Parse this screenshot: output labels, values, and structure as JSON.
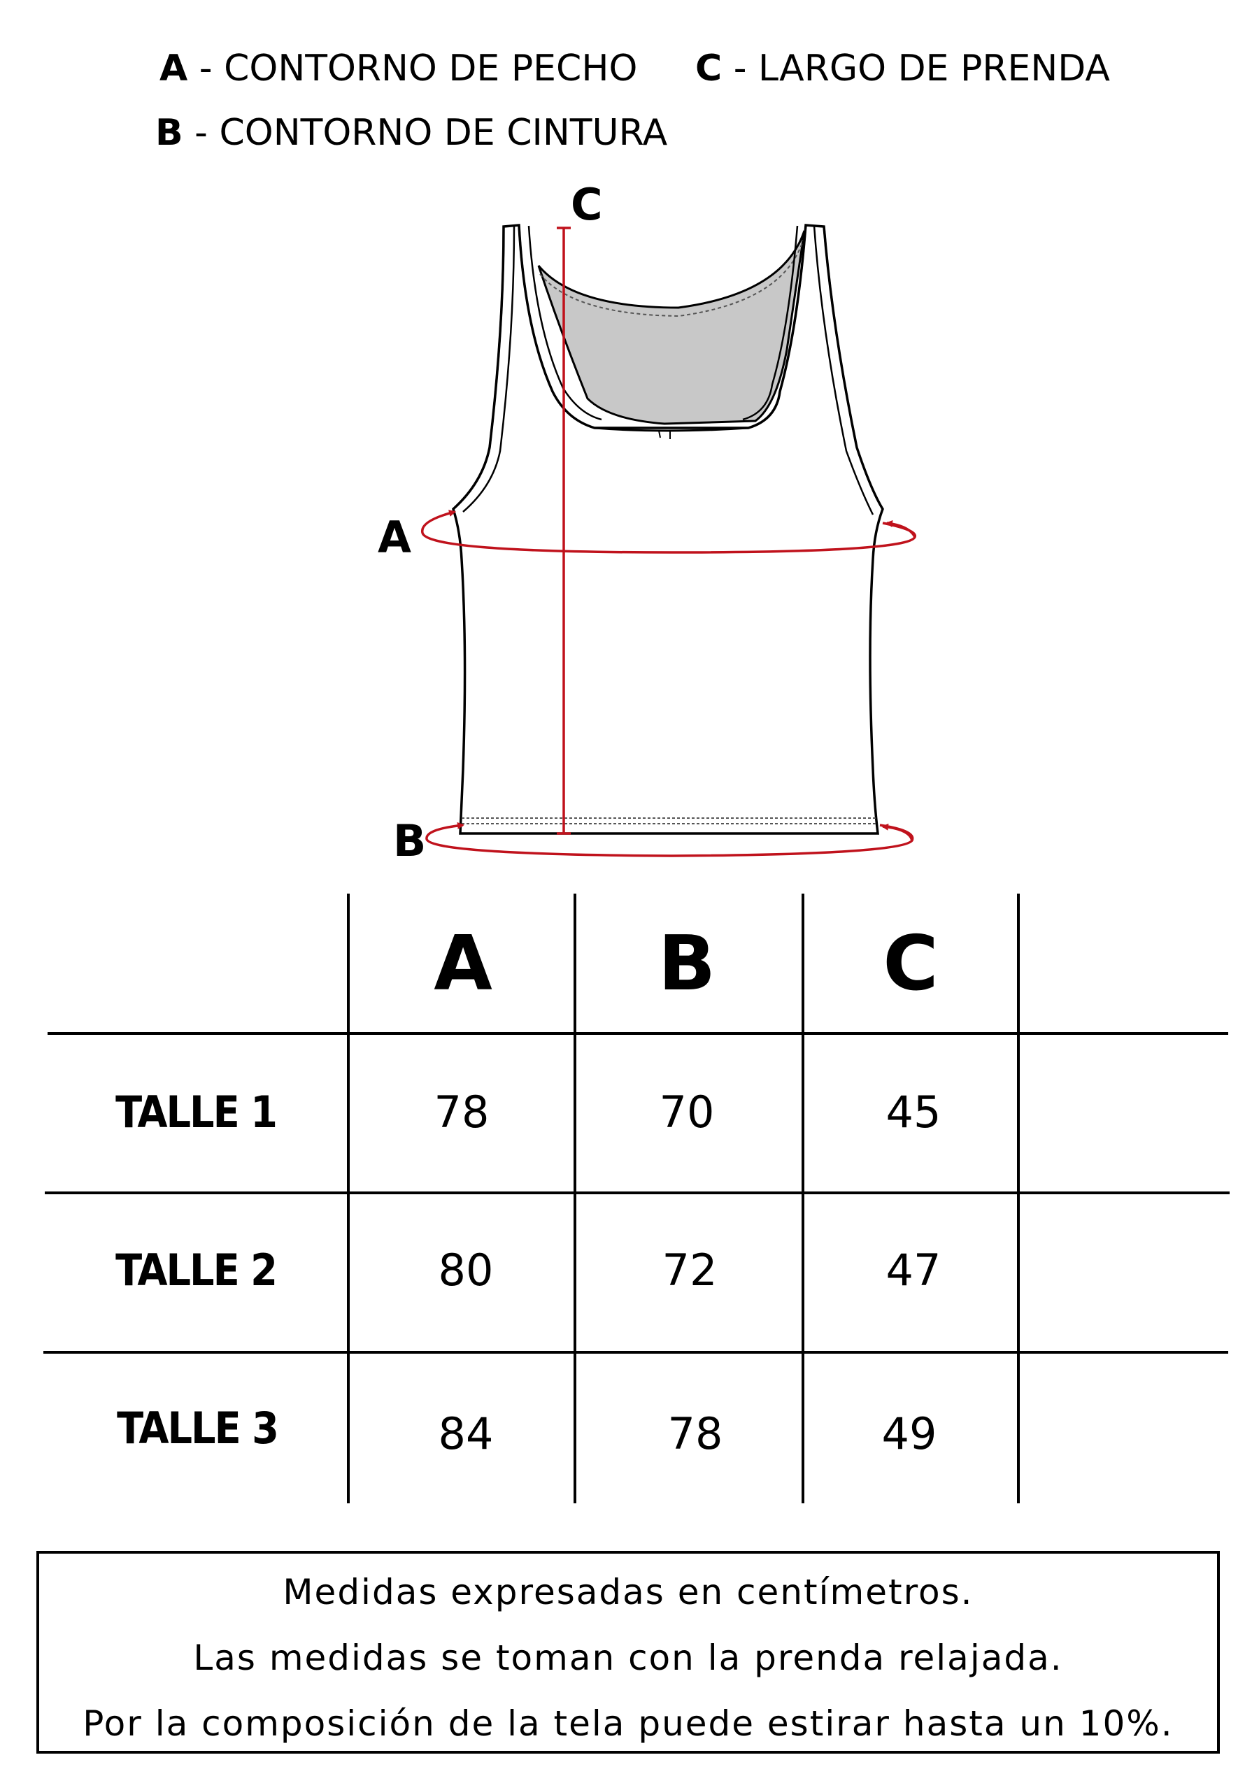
{
  "legend": {
    "a_key": "A",
    "a_text": "- CONTORNO DE PECHO",
    "b_key": "B",
    "b_text": "- CONTORNO DE CINTURA",
    "c_key": "C",
    "c_text": "- LARGO DE PRENDA"
  },
  "diagram": {
    "label_a": "A",
    "label_b": "B",
    "label_c": "C",
    "colors": {
      "measure": "#c0121c",
      "lining": "#c8c8c8",
      "outline": "#000000"
    }
  },
  "table": {
    "headers": [
      "A",
      "B",
      "C"
    ],
    "rows": [
      {
        "label": "TALLE 1",
        "values": [
          "78",
          "70",
          "45"
        ]
      },
      {
        "label": "TALLE 2",
        "values": [
          "80",
          "72",
          "47"
        ]
      },
      {
        "label": "TALLE 3",
        "values": [
          "84",
          "78",
          "49"
        ]
      }
    ]
  },
  "notes": [
    "Medidas expresadas en centímetros.",
    "Las medidas se toman con la prenda relajada.",
    "Por la composición de la tela puede estirar hasta un 10%."
  ]
}
